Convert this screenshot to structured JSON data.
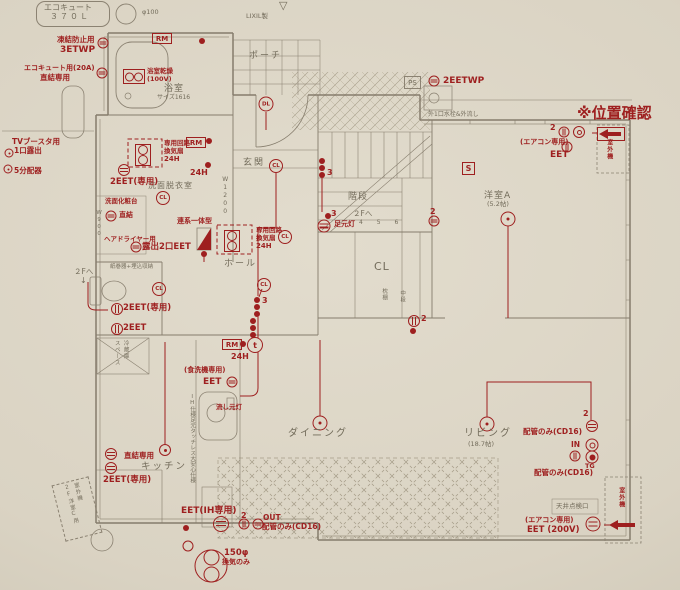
{
  "meta": {
    "kind": "1F electrical floor plan (photo of blueprint)"
  },
  "colors": {
    "paper": "#dad3c3",
    "line": "#8b8272",
    "gray_text": "#736c5b",
    "red": "#9e1f1f"
  },
  "icons": {
    "outlet-h-icon": "circle with horizontal bars (EET outlet)",
    "outlet-v-icon": "circle with vertical bars (outlet)",
    "double-circle-icon": "concentric circles",
    "filled-circle-icon": "filled red circle",
    "switch-dot-icon": "small filled red dot",
    "ceiling-light-icon": "circle with center dot",
    "fan-icon": "box with two circles (ventilation fan)",
    "round-fan-icon": "circle with two inner circles",
    "arrow-left-icon": "thick left arrow",
    "triangle-icon": "▽"
  },
  "t": {
    "ecocute_name": "エコキュート",
    "ecocute_cap": "３７０Ｌ",
    "phi100": "φ100",
    "rm": "RM",
    "s": "S",
    "ps": "PS",
    "t_mark": "t",
    "cl": "CL",
    "dl": "DL",
    "frost1": "凍結防止用",
    "frost2": "3ETWP",
    "eco20a": "エコキュート用(20A)",
    "eco_direct": "直結専用",
    "bath_dry": "浴室乾燥",
    "v100": "(100V)",
    "bath": "浴室",
    "bath_size": "サイズ1616",
    "tv1": "TVブースタ用",
    "tv2": "1口露出",
    "tv5": "5分配器",
    "lixil": "LIXIL製",
    "tri": "▽",
    "porch": "ポーチ",
    "eetwp": "2EETWP",
    "water_out": "外1口水栓&外流し",
    "ichikakunin": "※位置確認",
    "n2": "2",
    "n3": "3",
    "aircon": "(エアコン専用)",
    "eet": "EET",
    "outdoor": "室外機",
    "yoshitsuA": "洋室A",
    "jo52": "(5.2帖)",
    "genkan": "玄関",
    "w1200": "W1200",
    "fan_circuit1": "専用回路",
    "fan_circuit2": "換気扇",
    "h24": "24H",
    "senmen": "洗面脱衣室",
    "vanity": "洗面化粧台",
    "direct": "直結",
    "w900": "W900",
    "renkei": "連系一体型",
    "hair": "ヘアドライヤー用",
    "ro2eet": "露出2口EET",
    "hall": "ホール",
    "paper_holder": "紙巻器+埋込収納",
    "eet2_s": "2EET(専用)",
    "eet2": "2EET",
    "to2f": "２Fへ",
    "down": "↓",
    "kaidan": "階段",
    "steps": "4 5 6",
    "ashimoto": "足元灯",
    "makura": "枕棚",
    "chudan": "中段",
    "fridge": "冷蔵庫\nスペース",
    "dishw": "(食洗機専用)",
    "sink_light": "流し元灯",
    "kitchen": "キッチン",
    "ih_spec": "IH仕様足元タッチレス大安心仕様",
    "eet_ih": "EET(IH専用)",
    "out": "OUT",
    "cd16": "配管のみ(CD16)",
    "fan150": "150φ",
    "kanki": "換気のみ",
    "dining": "ダイニング",
    "living": "リビング",
    "jo187": "(18.7帖)",
    "in_mark": "IN",
    "tg": "TG",
    "tenjo": "天井点検口",
    "v200": "EET (200V)",
    "f2room": "2F洋室C用"
  }
}
